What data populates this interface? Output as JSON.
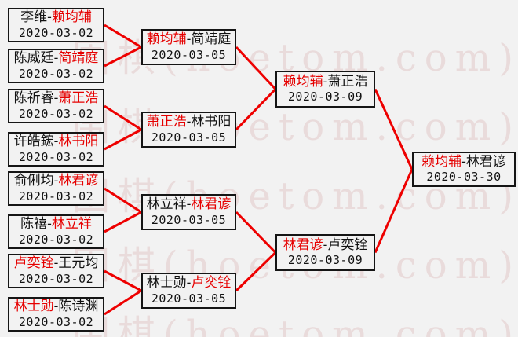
{
  "colors": {
    "background": "#f2f2f2",
    "line": "#ee0000",
    "winner_name": "#e60000",
    "player_name": "#111111",
    "box_border": "#151515",
    "watermark": "#e9dbdb"
  },
  "separator": "-",
  "watermark": {
    "text": "围棋(hoetom.com)"
  },
  "bracket": {
    "type": "single-elimination-tournament",
    "champion": "赖均辅",
    "rounds": [
      {
        "matches": [
          {
            "player1": "李维",
            "player2": "赖均辅",
            "winner": "player2",
            "date": "2020-03-02"
          },
          {
            "player1": "陈威廷",
            "player2": "简靖庭",
            "winner": "player2",
            "date": "2020-03-02"
          },
          {
            "player1": "陈祈睿",
            "player2": "萧正浩",
            "winner": "player2",
            "date": "2020-03-02"
          },
          {
            "player1": "许皓鋐",
            "player2": "林书阳",
            "winner": "player2",
            "date": "2020-03-02"
          },
          {
            "player1": "俞俐均",
            "player2": "林君谚",
            "winner": "player2",
            "date": "2020-03-02"
          },
          {
            "player1": "陈禧",
            "player2": "林立祥",
            "winner": "player2",
            "date": "2020-03-02"
          },
          {
            "player1": "卢奕铨",
            "player2": "王元均",
            "winner": "player1",
            "date": "2020-03-02"
          },
          {
            "player1": "林士勋",
            "player2": "陈诗渊",
            "winner": "player1",
            "date": "2020-03-02"
          }
        ]
      },
      {
        "matches": [
          {
            "player1": "赖均辅",
            "player2": "简靖庭",
            "winner": "player1",
            "date": "2020-03-05"
          },
          {
            "player1": "萧正浩",
            "player2": "林书阳",
            "winner": "player1",
            "date": "2020-03-05"
          },
          {
            "player1": "林立祥",
            "player2": "林君谚",
            "winner": "player2",
            "date": "2020-03-05"
          },
          {
            "player1": "林士勋",
            "player2": "卢奕铨",
            "winner": "player2",
            "date": "2020-03-05"
          }
        ]
      },
      {
        "matches": [
          {
            "player1": "赖均辅",
            "player2": "萧正浩",
            "winner": "player1",
            "date": "2020-03-09"
          },
          {
            "player1": "林君谚",
            "player2": "卢奕铨",
            "winner": "player1",
            "date": "2020-03-09"
          }
        ]
      },
      {
        "matches": [
          {
            "player1": "赖均辅",
            "player2": "林君谚",
            "winner": "player1",
            "date": "2020-03-30"
          }
        ]
      }
    ]
  }
}
